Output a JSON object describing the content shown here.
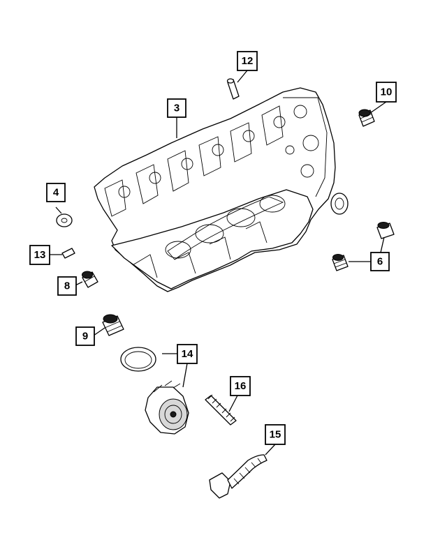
{
  "callouts": [
    {
      "key": "c3",
      "label": "3"
    },
    {
      "key": "c4",
      "label": "4"
    },
    {
      "key": "c6",
      "label": "6"
    },
    {
      "key": "c8",
      "label": "8"
    },
    {
      "key": "c9",
      "label": "9"
    },
    {
      "key": "c10",
      "label": "10"
    },
    {
      "key": "c12",
      "label": "12"
    },
    {
      "key": "c13",
      "label": "13"
    },
    {
      "key": "c14",
      "label": "14"
    },
    {
      "key": "c15",
      "label": "15"
    },
    {
      "key": "c16",
      "label": "16"
    }
  ],
  "colors": {
    "ink": "#000000",
    "paper": "#ffffff"
  }
}
